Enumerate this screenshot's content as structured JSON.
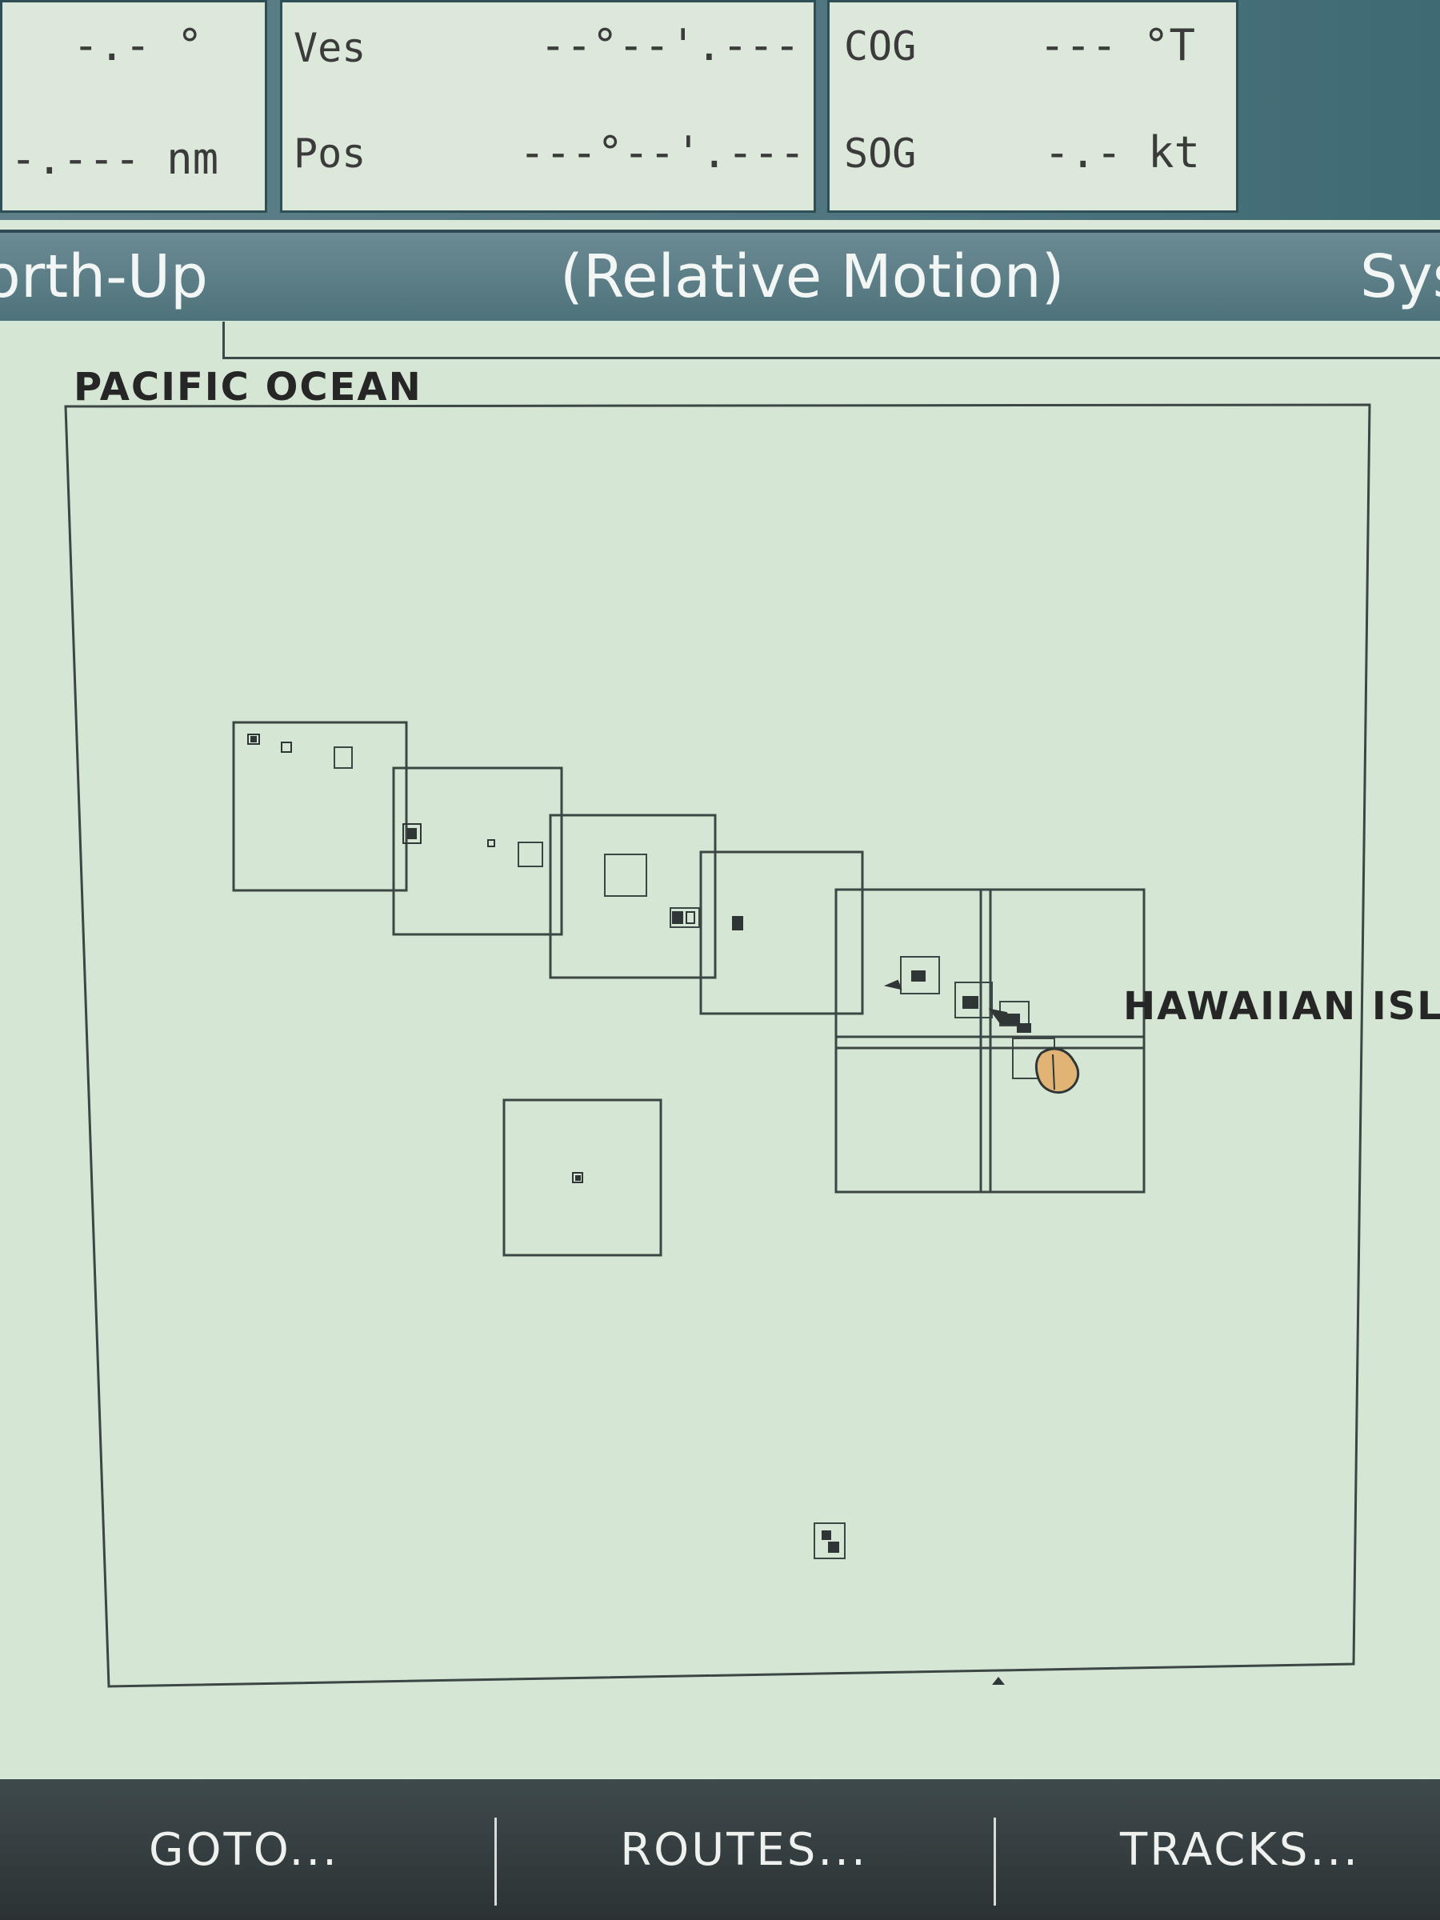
{
  "data_panels": {
    "bearing_value": "-.- °",
    "range_value": "-.--- nm",
    "vessel_label": "Ves",
    "vessel_value": "--°--'.---",
    "position_label": "Pos",
    "position_value": "---°--'.---",
    "cog_label": "COG",
    "cog_value": "--- °T",
    "sog_label": "SOG",
    "sog_value": "-.- kt"
  },
  "mode_bar": {
    "orientation": "lorth-Up",
    "motion": "(Relative Motion)",
    "right_truncated": "Sys"
  },
  "chart": {
    "region_pacific": "PACIFIC OCEAN",
    "region_hawaii": "HAWAIIAN ISL",
    "island_color": "#e1b476"
  },
  "softkeys": {
    "goto": "GOTO...",
    "routes": "ROUTES...",
    "tracks": "TRACKS..."
  }
}
